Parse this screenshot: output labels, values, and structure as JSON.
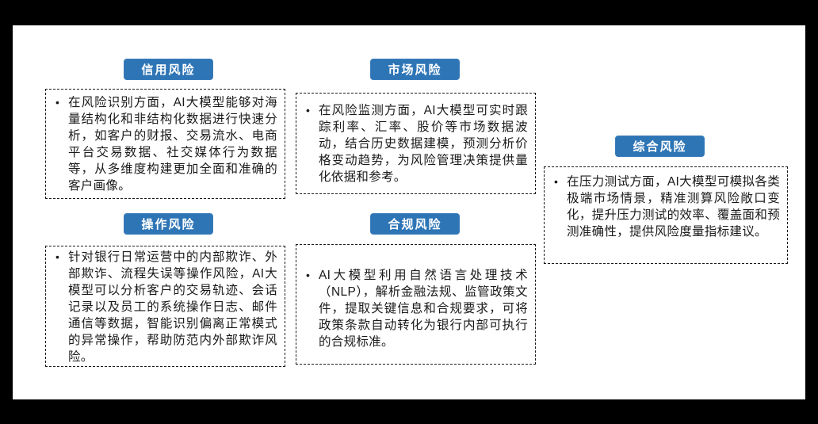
{
  "theme": {
    "accent_blue": "#2E75B6",
    "pill_text_color": "#ffffff",
    "dashed_border_color": "#1a1a1a",
    "slide_background": "#ffffff",
    "letterbox_background": "#000000",
    "bullet_char": "•"
  },
  "cards": [
    {
      "id": "credit-risk",
      "title": "信用风险",
      "bullets": [
        "在风险识别方面，AI大模型能够对海量结构化和非结构化数据进行快速分析，如客户的财报、交易流水、电商平台交易数据、社交媒体行为数据等，从多维度构建更加全面和准确的客户画像。"
      ]
    },
    {
      "id": "market-risk",
      "title": "市场风险",
      "bullets": [
        "在风险监测方面，AI大模型可实时跟踪利率、汇率、股价等市场数据波动，结合历史数据建模，预测分析价格变动趋势，为风险管理决策提供量化依据和参考。"
      ]
    },
    {
      "id": "comprehensive-risk",
      "title": "综合风险",
      "bullets": [
        "在压力测试方面，AI大模型可模拟各类极端市场情景，精准测算风险敞口变化，提升压力测试的效率、覆盖面和预测准确性，提供风险度量指标建议。"
      ]
    },
    {
      "id": "operational-risk",
      "title": "操作风险",
      "bullets": [
        "针对银行日常运营中的内部欺诈、外部欺诈、流程失误等操作风险，AI大模型可以分析客户的交易轨迹、会话记录以及员工的系统操作日志、邮件通信等数据，智能识别偏离正常模式的异常操作，帮助防范内外部欺诈风险。"
      ]
    },
    {
      "id": "compliance-risk",
      "title": "合规风险",
      "bullets": [
        "AI大模型利用自然语言处理技术（NLP），解析金融法规、监管政策文件，提取关键信息和合规要求，可将政策条款自动转化为银行内部可执行的合规标准。"
      ]
    }
  ]
}
